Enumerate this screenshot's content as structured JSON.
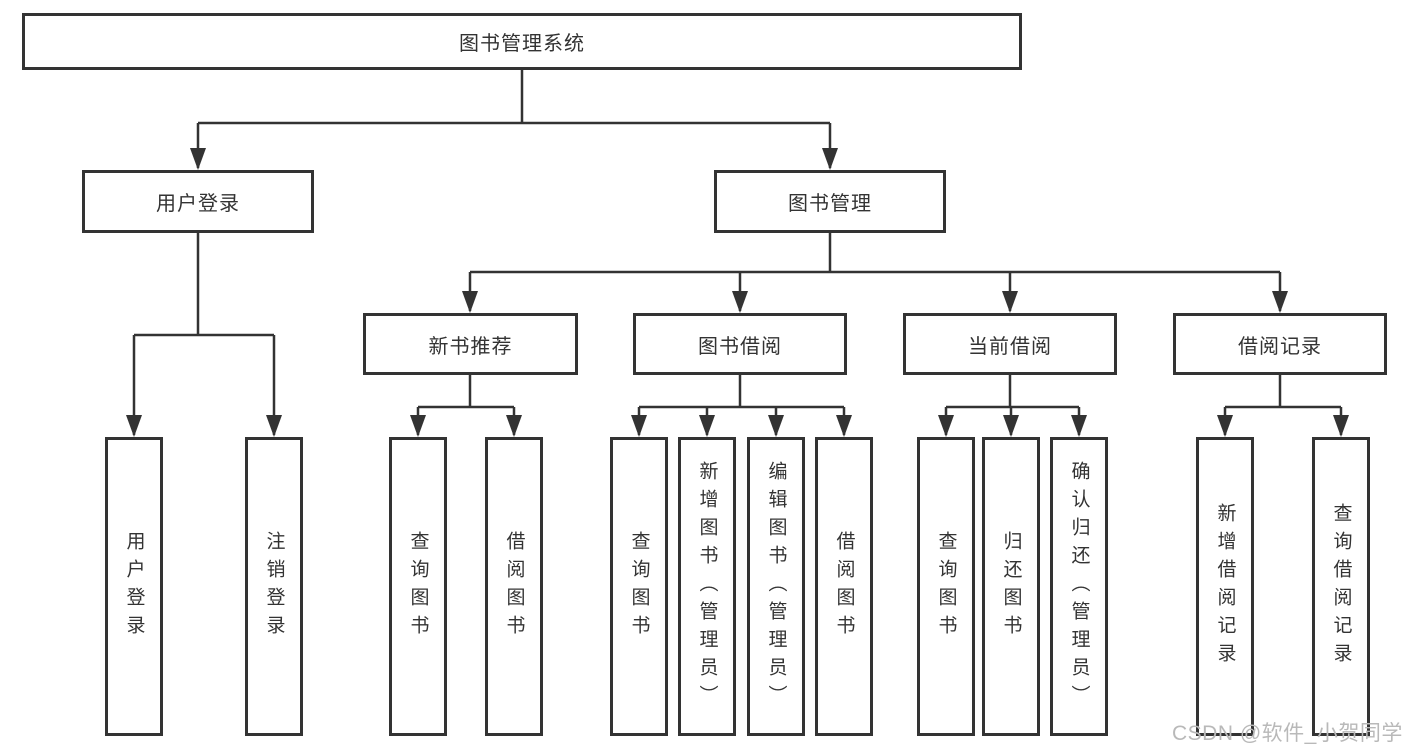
{
  "watermark": "CSDN @软件_小贺同学",
  "colors": {
    "line": "#333333",
    "text": "#333333",
    "box_background": "#ffffff",
    "watermark": "#b9b9b9"
  },
  "diagram": {
    "type": "tree",
    "root": {
      "label": "图书管理系统"
    },
    "branches": [
      {
        "label": "用户登录",
        "children": [
          {
            "label": "用户登录"
          },
          {
            "label": "注销登录"
          }
        ]
      },
      {
        "label": "图书管理",
        "children": [
          {
            "label": "新书推荐",
            "children": [
              {
                "label": "查询图书"
              },
              {
                "label": "借阅图书"
              }
            ]
          },
          {
            "label": "图书借阅",
            "children": [
              {
                "label": "查询图书"
              },
              {
                "label": "新增图书（管理员）"
              },
              {
                "label": "编辑图书（管理员）"
              },
              {
                "label": "借阅图书"
              }
            ]
          },
          {
            "label": "当前借阅",
            "children": [
              {
                "label": "查询图书"
              },
              {
                "label": "归还图书"
              },
              {
                "label": "确认归还（管理员）"
              }
            ]
          },
          {
            "label": "借阅记录",
            "children": [
              {
                "label": "新增借阅记录"
              },
              {
                "label": "查询借阅记录"
              }
            ]
          }
        ]
      }
    ]
  }
}
